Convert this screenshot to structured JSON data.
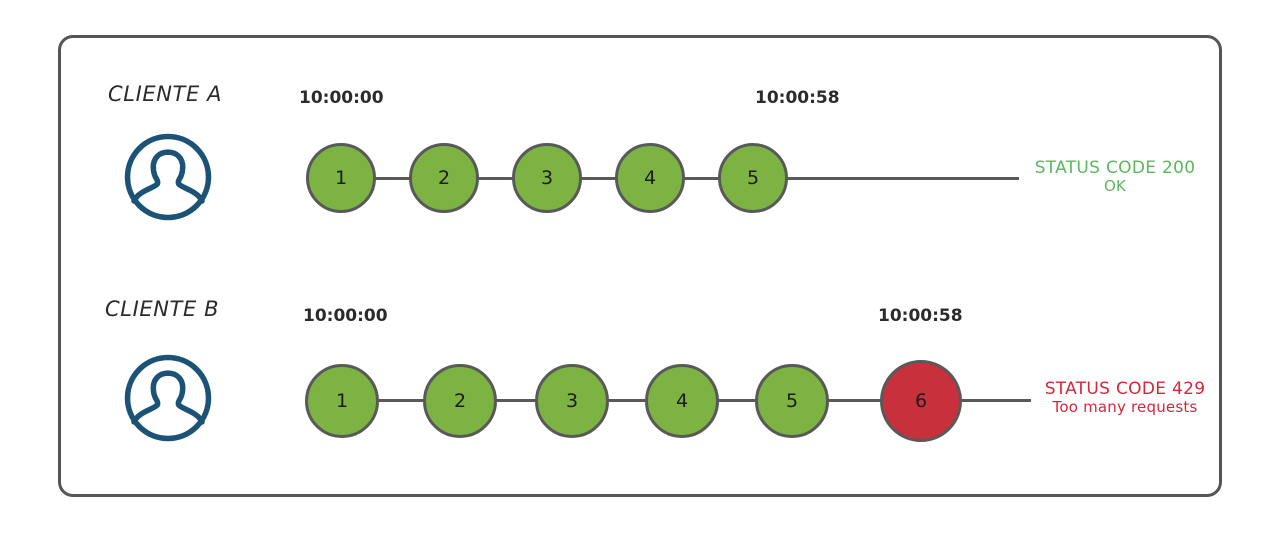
{
  "diagram": {
    "title_visible": false,
    "background_color": "#ffffff",
    "frame": {
      "border_color": "#555555",
      "corner_radius": 15
    },
    "colors": {
      "node_ok": "#7cb342",
      "node_fail": "#c8313c",
      "node_border": "#595959",
      "connector": "#595959",
      "avatar": "#1b5276",
      "status_ok_text": "#5cb85c",
      "status_fail_text": "#d6273a",
      "label_text": "#2b2b2b"
    },
    "rows": [
      {
        "id": "cliente-a",
        "label": "CLIENTE A",
        "avatar_icon": "user-avatar-icon",
        "timestamp_start": "10:00:00",
        "timestamp_end": "10:00:58",
        "nodes": [
          {
            "number": "1",
            "state": "ok"
          },
          {
            "number": "2",
            "state": "ok"
          },
          {
            "number": "3",
            "state": "ok"
          },
          {
            "number": "4",
            "state": "ok"
          },
          {
            "number": "5",
            "state": "ok"
          }
        ],
        "status": {
          "line1": "STATUS CODE 200",
          "line2": "OK",
          "state": "ok"
        }
      },
      {
        "id": "cliente-b",
        "label": "CLIENTE B",
        "avatar_icon": "user-avatar-icon",
        "timestamp_start": "10:00:00",
        "timestamp_end": "10:00:58",
        "nodes": [
          {
            "number": "1",
            "state": "ok"
          },
          {
            "number": "2",
            "state": "ok"
          },
          {
            "number": "3",
            "state": "ok"
          },
          {
            "number": "4",
            "state": "ok"
          },
          {
            "number": "5",
            "state": "ok"
          },
          {
            "number": "6",
            "state": "fail"
          }
        ],
        "status": {
          "line1": "STATUS CODE 429",
          "line2": "Too many requests",
          "state": "fail"
        }
      }
    ]
  }
}
